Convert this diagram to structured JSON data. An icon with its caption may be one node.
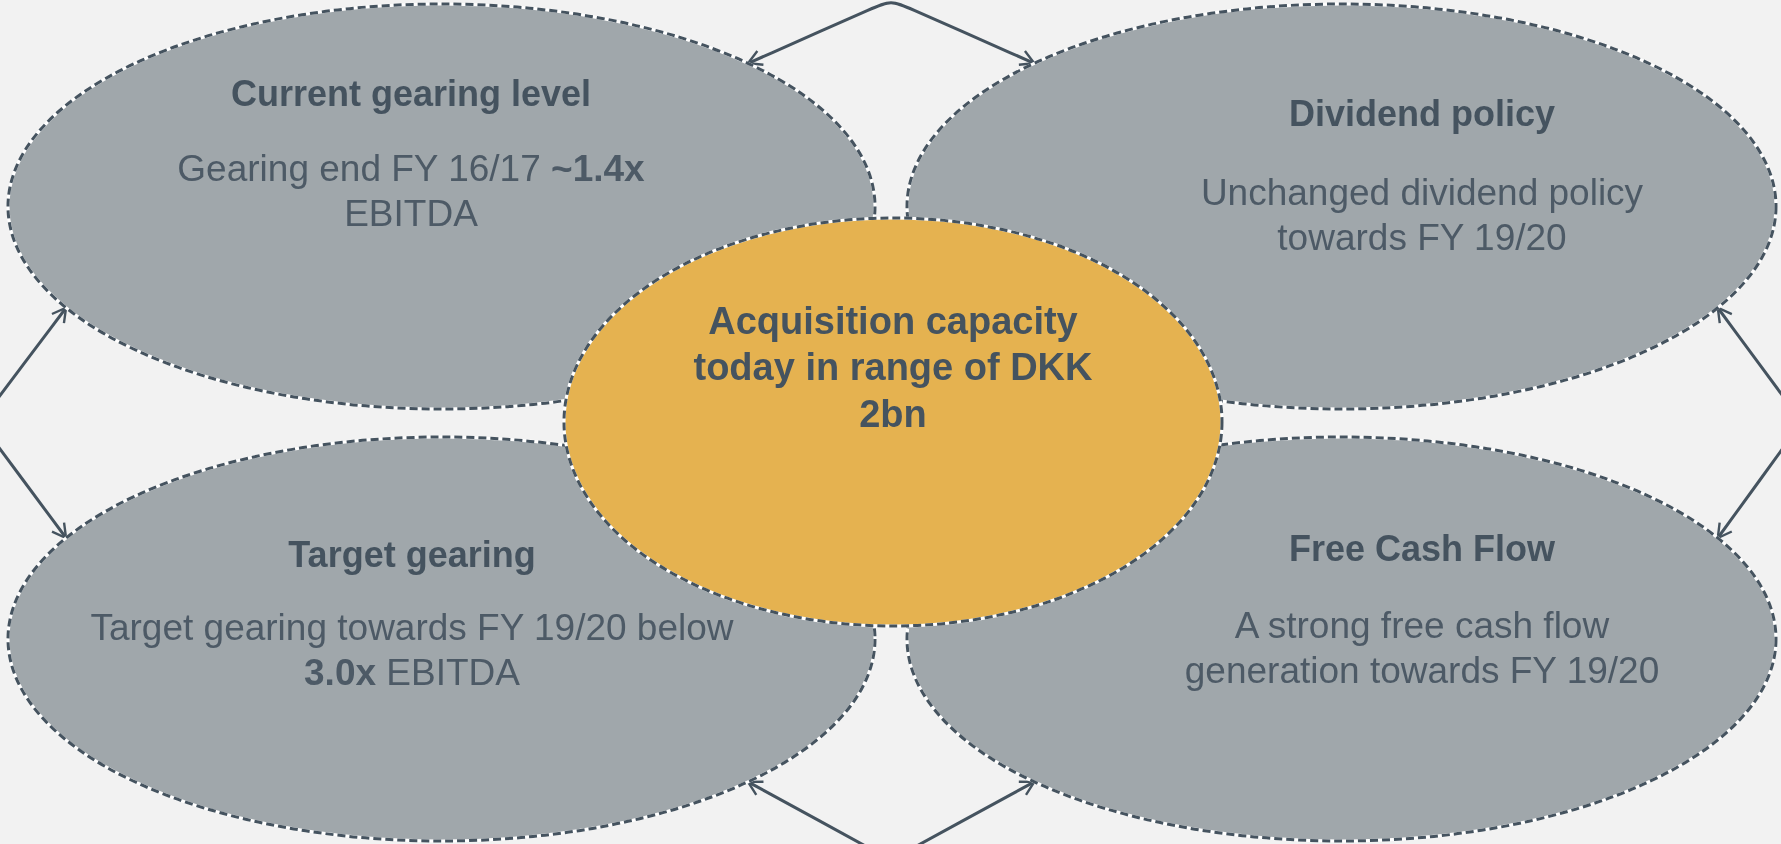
{
  "diagram": {
    "nodes": [
      {
        "text": [
          "Current gearing level",
          "Gearing end FY 16/17 **~1.4x** EBITDA"
        ]
      },
      {
        "text": [
          "Dividend policy",
          "Unchanged dividend policy towards FY 19/20"
        ]
      },
      {
        "text": [
          "Acquisition capacity today in range of DKK 2bn"
        ]
      },
      {
        "text": [
          "Target gearing",
          "Target gearing towards FY 19/20 below **3.0x** EBITDA"
        ]
      },
      {
        "text": [
          "Free Cash Flow",
          "A strong free cash flow generation towards FY 19/20"
        ]
      }
    ],
    "edges": [
      {
        "from": 0,
        "to": 1,
        "arrow": "both"
      },
      {
        "from": 1,
        "to": 4,
        "arrow": "both"
      },
      {
        "from": 3,
        "to": 4,
        "arrow": "both"
      },
      {
        "from": 0,
        "to": 3,
        "arrow": "both"
      }
    ]
  }
}
